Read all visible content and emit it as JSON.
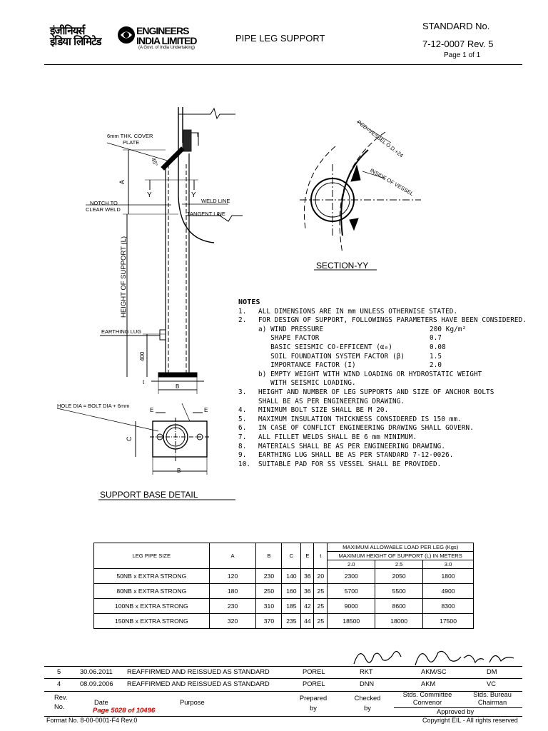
{
  "header": {
    "logo_hindi_1": "इंजीनियर्स",
    "logo_hindi_2": "इंडिया लिमिटेड",
    "logo_en_1": "ENGINEERS",
    "logo_en_2": "INDIA LIMITED",
    "logo_tag": "(A Govt. of India Undertaking)",
    "title": "PIPE LEG SUPPORT",
    "standard_label": "STANDARD No.",
    "standard_value": "7-12-0007  Rev. 5",
    "page": "Page 1 of 1"
  },
  "drawing": {
    "cover_plate_1": "6mm THK. COVER",
    "cover_plate_2": "PLATE",
    "angle": "45°",
    "dim_a": "A",
    "y_left": "Y",
    "y_right": "Y",
    "notch_1": "NOTCH TO",
    "notch_2": "CLEAR WELD",
    "weld_line": "WELD LINE",
    "tangent_line": "TANGENT LINE",
    "height_label": "HEIGHT OF SUPPORT (L)",
    "earthing_lug": "EARTHING LUG",
    "dim_400": "400",
    "dim_t": "t",
    "dim_b": "B",
    "hole_dia": "HOLE DIA = BOLT DIA + 6mm",
    "dim_e1": "E",
    "dim_e2": "E",
    "dim_c": "C",
    "dim_b2": "B",
    "support_base_detail": "SUPPORT BASE DETAIL",
    "pcd": "PCD=VESSEL O.D.+24",
    "inside_vessel": "INSIDE OF VESSEL",
    "section_yy": "SECTION-YY",
    "weld_size": "t"
  },
  "notes": {
    "title": "NOTES",
    "items": [
      {
        "n": "1.",
        "text": "ALL DIMENSIONS ARE IN mm UNLESS OTHERWISE STATED."
      },
      {
        "n": "2.",
        "text": "FOR DESIGN OF SUPPORT, FOLLOWINGS PARAMETERS HAVE BEEN CONSIDERED."
      },
      {
        "n": "",
        "text": "a) WIND PRESSURE",
        "val": "200 Kg/m²"
      },
      {
        "n": "",
        "text": "   SHAPE FACTOR",
        "val": "0.7"
      },
      {
        "n": "",
        "text": "   BASIC SEISMIC CO-EFFICENT (α₀)",
        "val": "0.08"
      },
      {
        "n": "",
        "text": "   SOIL FOUNDATION SYSTEM FACTOR (β)",
        "val": "1.5"
      },
      {
        "n": "",
        "text": "   IMPORTANCE FACTOR (I)",
        "val": "2.0"
      },
      {
        "n": "",
        "text": "b) EMPTY WEIGHT WITH WIND LOADING OR HYDROSTATIC WEIGHT"
      },
      {
        "n": "",
        "text": "   WITH SEISMIC LOADING."
      },
      {
        "n": "3.",
        "text": "HEIGHT AND NUMBER OF LEG SUPPORTS AND SIZE OF ANCHOR BOLTS"
      },
      {
        "n": "",
        "text": "SHALL BE AS PER ENGINEERING DRAWING."
      },
      {
        "n": "4.",
        "text": "MINIMUM BOLT SIZE SHALL BE M 20."
      },
      {
        "n": "5.",
        "text": "MAXIMUM INSULATION THICKNESS CONSIDERED IS 150 mm."
      },
      {
        "n": "6.",
        "text": "IN CASE OF CONFLICT ENGINEERING DRAWING SHALL GOVERN."
      },
      {
        "n": "7.",
        "text": "ALL FILLET WELDS SHALL BE 6 mm MINIMUM."
      },
      {
        "n": "8.",
        "text": "MATERIALS SHALL BE AS PER ENGINEERING DRAWING."
      },
      {
        "n": "9.",
        "text": "EARTHING LUG SHALL BE AS PER STANDARD 7-12-0026."
      },
      {
        "n": "10.",
        "text": "SUITABLE PAD FOR SS VESSEL SHALL BE PROVIDED."
      }
    ]
  },
  "table": {
    "h_leg": "LEG PIPE SIZE",
    "h_a": "A",
    "h_b": "B",
    "h_c": "C",
    "h_e": "E",
    "h_t": "t",
    "h_max_load": "MAXIMUM ALLOWABLE LOAD PER LEG (Kgs)",
    "h_max_height": "MAXIMUM HEIGHT OF SUPPORT (L) IN METERS",
    "heights": [
      "2.0",
      "2.5",
      "3.0"
    ],
    "rows": [
      [
        "50NB x EXTRA STRONG",
        "120",
        "230",
        "140",
        "36",
        "20",
        "2300",
        "2050",
        "1800"
      ],
      [
        "80NB x EXTRA STRONG",
        "180",
        "250",
        "160",
        "36",
        "25",
        "5700",
        "5500",
        "4900"
      ],
      [
        "100NB x EXTRA STRONG",
        "230",
        "310",
        "185",
        "42",
        "25",
        "9000",
        "8600",
        "8300"
      ],
      [
        "150NB x EXTRA STRONG",
        "320",
        "370",
        "235",
        "44",
        "25",
        "18500",
        "18000",
        "17500"
      ]
    ]
  },
  "revisions": {
    "rows": [
      {
        "rev": "5",
        "date": "30.06.2011",
        "purpose": "REAFFIRMED AND REISSUED AS STANDARD",
        "prepared": "POREL",
        "checked": "RKT",
        "convenor": "AKM/SC",
        "chairman": "DM"
      },
      {
        "rev": "4",
        "date": "08.09.2006",
        "purpose": "REAFFIRMED AND REISSUED AS STANDARD",
        "prepared": "POREL",
        "checked": "DNN",
        "convenor": "AKM",
        "chairman": "VC"
      }
    ],
    "h_rev_1": "Rev.",
    "h_rev_2": "No.",
    "h_date": "Date",
    "h_purpose": "Purpose",
    "h_prepared_1": "Prepared",
    "h_prepared_2": "by",
    "h_checked_1": "Checked",
    "h_checked_2": "by",
    "h_convenor_1": "Stds. Committee",
    "h_convenor_2": "Convenor",
    "h_chairman_1": "Stds. Bureau",
    "h_chairman_2": "Chairman",
    "h_approved": "Approved by",
    "page_no": "Page 5028 of 10496"
  },
  "footer": {
    "format": "Format No. 8-00-0001-F4 Rev.0",
    "copyright": "Copyright EIL - All rights reserved"
  }
}
